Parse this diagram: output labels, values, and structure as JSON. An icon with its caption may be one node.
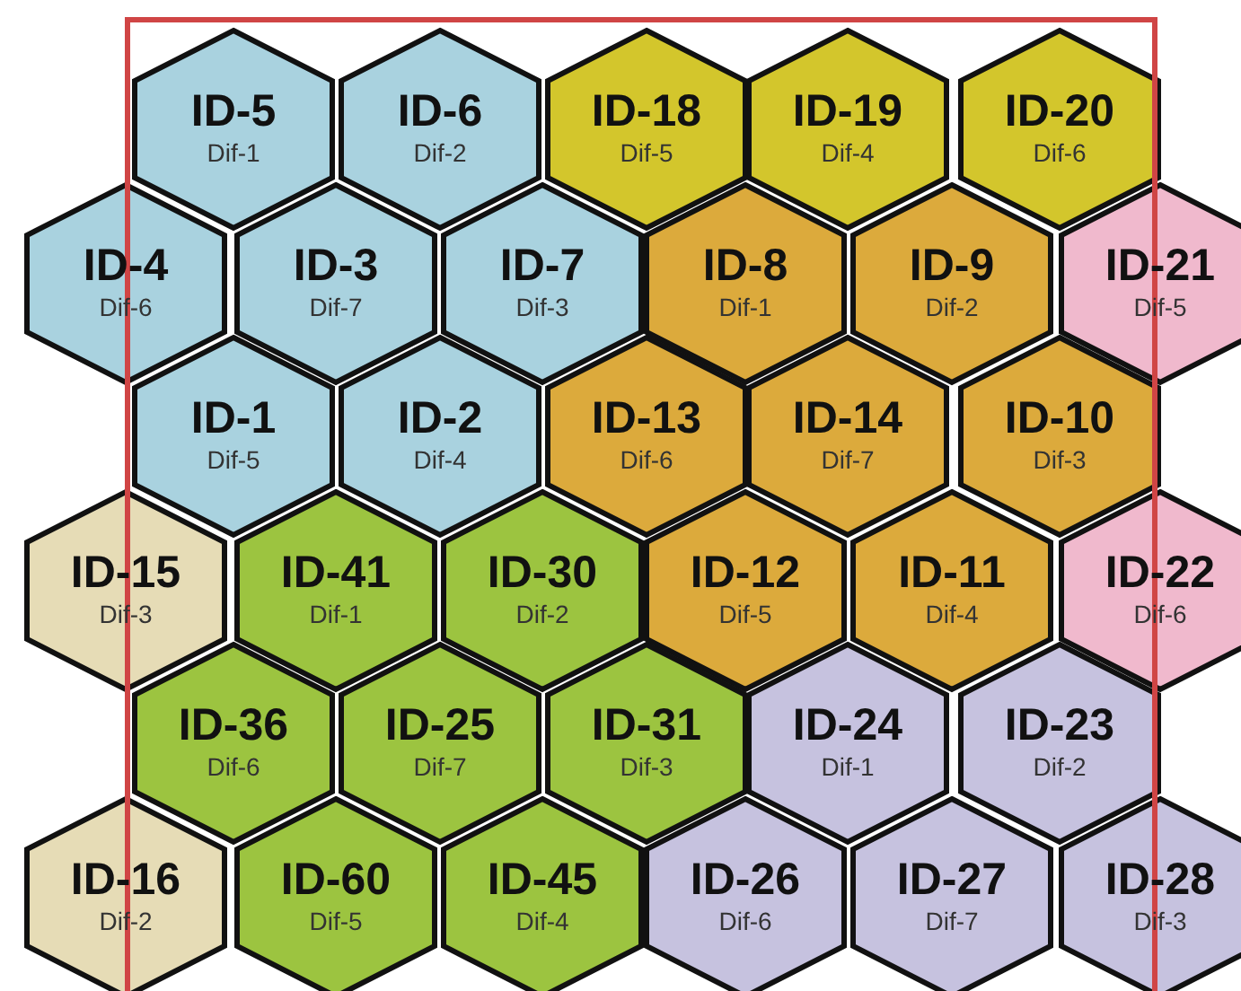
{
  "diagram": {
    "nodes": [
      {
        "text": [
          "ID-5",
          "Dif-1"
        ]
      },
      {
        "text": [
          "ID-6",
          "Dif-2"
        ]
      },
      {
        "text": [
          "ID-18",
          "Dif-5"
        ]
      },
      {
        "text": [
          "ID-19",
          "Dif-4"
        ]
      },
      {
        "text": [
          "ID-20",
          "Dif-6"
        ]
      },
      {
        "text": [
          "ID-4",
          "Dif-6"
        ]
      },
      {
        "text": [
          "ID-3",
          "Dif-7"
        ]
      },
      {
        "text": [
          "ID-7",
          "Dif-3"
        ]
      },
      {
        "text": [
          "ID-8",
          "Dif-1"
        ]
      },
      {
        "text": [
          "ID-9",
          "Dif-2"
        ]
      },
      {
        "text": [
          "ID-21",
          "Dif-5"
        ]
      },
      {
        "text": [
          "ID-1",
          "Dif-5"
        ]
      },
      {
        "text": [
          "ID-2",
          "Dif-4"
        ]
      },
      {
        "text": [
          "ID-13",
          "Dif-6"
        ]
      },
      {
        "text": [
          "ID-14",
          "Dif-7"
        ]
      },
      {
        "text": [
          "ID-10",
          "Dif-3"
        ]
      },
      {
        "text": [
          "ID-15",
          "Dif-3"
        ]
      },
      {
        "text": [
          "ID-41",
          "Dif-1"
        ]
      },
      {
        "text": [
          "ID-30",
          "Dif-2"
        ]
      },
      {
        "text": [
          "ID-12",
          "Dif-5"
        ]
      },
      {
        "text": [
          "ID-11",
          "Dif-4"
        ]
      },
      {
        "text": [
          "ID-22",
          "Dif-6"
        ]
      },
      {
        "text": [
          "ID-36",
          "Dif-6"
        ]
      },
      {
        "text": [
          "ID-25",
          "Dif-7"
        ]
      },
      {
        "text": [
          "ID-31",
          "Dif-3"
        ]
      },
      {
        "text": [
          "ID-24",
          "Dif-1"
        ]
      },
      {
        "text": [
          "ID-23",
          "Dif-2"
        ]
      },
      {
        "text": [
          "ID-16",
          "Dif-2"
        ]
      },
      {
        "text": [
          "ID-60",
          "Dif-5"
        ]
      },
      {
        "text": [
          "ID-45",
          "Dif-4"
        ]
      },
      {
        "text": [
          "ID-26",
          "Dif-6"
        ]
      },
      {
        "text": [
          "ID-27",
          "Dif-7"
        ]
      },
      {
        "text": [
          "ID-28",
          "Dif-3"
        ]
      }
    ]
  }
}
